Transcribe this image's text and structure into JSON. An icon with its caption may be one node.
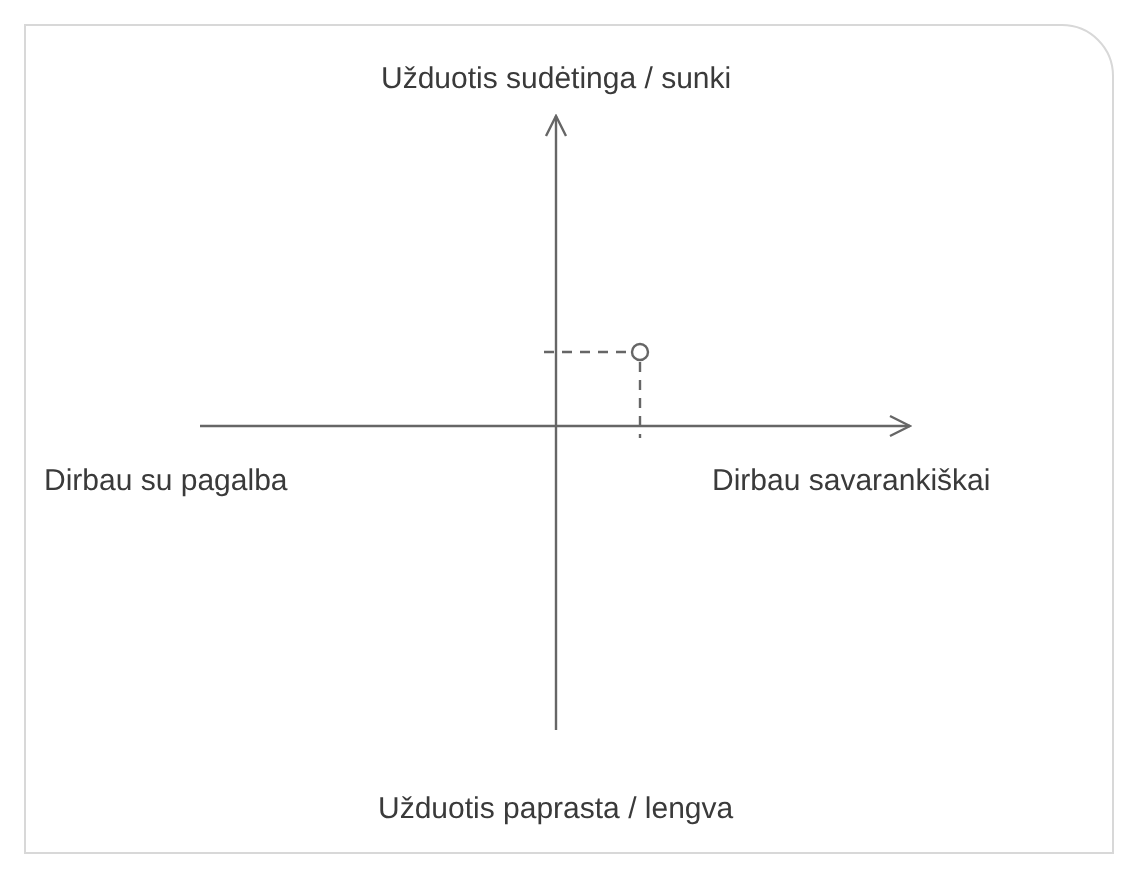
{
  "diagram": {
    "labels": [
      "Užduotis sudėtinga / sunki",
      "Dirbau su pagalba",
      "Dirbau savarankiškai",
      "Užduotis paprasta / lengva"
    ]
  }
}
